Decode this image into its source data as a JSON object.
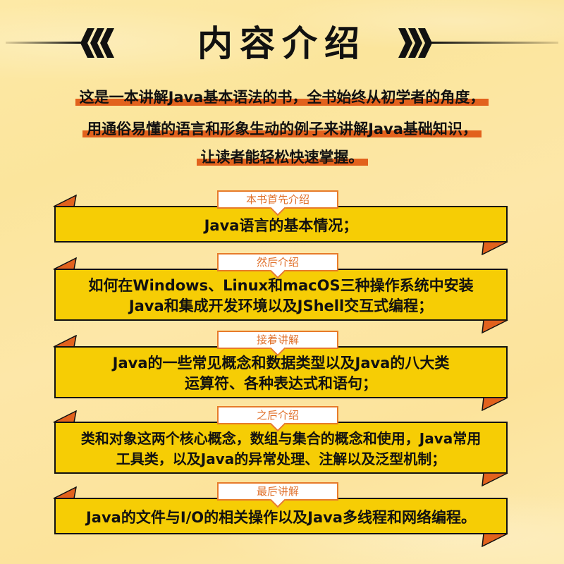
{
  "header": {
    "title": "内容介绍",
    "left_decoration": "chevron-left-triple",
    "right_decoration": "chevron-right-triple"
  },
  "intro": {
    "lines": [
      "这是一本讲解Java基本语法的书，全书始终从初学者的角度，",
      "用通俗易懂的语言和形象生动的例子来讲解Java基础知识，",
      "让读者能轻松快速掌握。"
    ]
  },
  "sections": [
    {
      "tag": "本书首先介绍",
      "lines": [
        "Java语言的基本情况；"
      ]
    },
    {
      "tag": "然后介绍",
      "lines": [
        "如何在Windows、Linux和macOS三种操作系统中安装",
        "Java和集成开发环境以及JShell交互式编程；"
      ]
    },
    {
      "tag": "接着讲解",
      "lines": [
        "Java的一些常见概念和数据类型以及Java的八大类",
        "运算符、各种表达式和语句；"
      ]
    },
    {
      "tag": "之后介绍",
      "lines": [
        "类和对象这两个核心概念，数组与集合的概念和使用，Java常用",
        "工具类，以及Java的异常处理、注解以及泛型机制；"
      ]
    },
    {
      "tag": "最后讲解",
      "lines": [
        "Java的文件与I/O的相关操作以及Java多线程和网络编程。"
      ]
    }
  ],
  "colors": {
    "background": "#fde7a6",
    "banner_fill": "#f6cd05",
    "accent_orange": "#e2621d",
    "tag_border": "#e77b2a",
    "tag_text": "#e0702a",
    "text": "#111111"
  }
}
